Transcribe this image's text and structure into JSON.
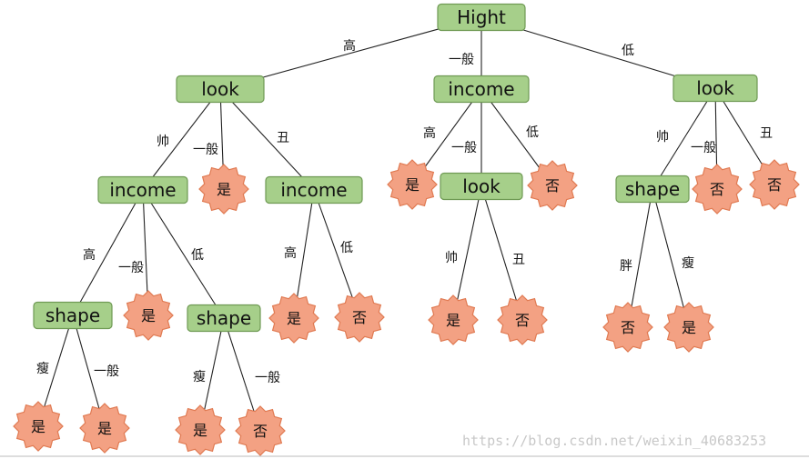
{
  "diagram": {
    "nodes": {
      "root": {
        "type": "attr",
        "label": "Hight"
      },
      "L_look": {
        "type": "attr",
        "label": "look"
      },
      "M_income": {
        "type": "attr",
        "label": "income"
      },
      "R_look": {
        "type": "attr",
        "label": "look"
      },
      "LL_income": {
        "type": "attr",
        "label": "income"
      },
      "LM_yes": {
        "type": "leaf",
        "label": "是"
      },
      "LR_income": {
        "type": "attr",
        "label": "income"
      },
      "MM_look": {
        "type": "attr",
        "label": "look"
      },
      "ML_yes": {
        "type": "leaf",
        "label": "是"
      },
      "MR_no": {
        "type": "leaf",
        "label": "否"
      },
      "RL_shape": {
        "type": "attr",
        "label": "shape"
      },
      "RM_no": {
        "type": "leaf",
        "label": "否"
      },
      "RR_no": {
        "type": "leaf",
        "label": "否"
      },
      "LLL_shape": {
        "type": "attr",
        "label": "shape"
      },
      "LLM_yes": {
        "type": "leaf",
        "label": "是"
      },
      "LLR_shape": {
        "type": "attr",
        "label": "shape"
      },
      "LRL_yes": {
        "type": "leaf",
        "label": "是"
      },
      "LRR_no": {
        "type": "leaf",
        "label": "否"
      },
      "MML_yes": {
        "type": "leaf",
        "label": "是"
      },
      "MMR_no": {
        "type": "leaf",
        "label": "否"
      },
      "RLL_no": {
        "type": "leaf",
        "label": "否"
      },
      "RLR_yes": {
        "type": "leaf",
        "label": "是"
      },
      "LLLL_yes": {
        "type": "leaf",
        "label": "是"
      },
      "LLLR_yes": {
        "type": "leaf",
        "label": "是"
      },
      "LLRL_yes": {
        "type": "leaf",
        "label": "是"
      },
      "LLRR_no": {
        "type": "leaf",
        "label": "否"
      }
    },
    "edges": [
      {
        "from": "root",
        "to": "L_look",
        "label": "高"
      },
      {
        "from": "root",
        "to": "M_income",
        "label": "一般"
      },
      {
        "from": "root",
        "to": "R_look",
        "label": "低"
      },
      {
        "from": "L_look",
        "to": "LL_income",
        "label": "帅"
      },
      {
        "from": "L_look",
        "to": "LM_yes",
        "label": "一般"
      },
      {
        "from": "L_look",
        "to": "LR_income",
        "label": "丑"
      },
      {
        "from": "M_income",
        "to": "ML_yes",
        "label": "高"
      },
      {
        "from": "M_income",
        "to": "MM_look",
        "label": "一般"
      },
      {
        "from": "M_income",
        "to": "MR_no",
        "label": "低"
      },
      {
        "from": "R_look",
        "to": "RL_shape",
        "label": "帅"
      },
      {
        "from": "R_look",
        "to": "RM_no",
        "label": "一般"
      },
      {
        "from": "R_look",
        "to": "RR_no",
        "label": "丑"
      },
      {
        "from": "LL_income",
        "to": "LLL_shape",
        "label": "高"
      },
      {
        "from": "LL_income",
        "to": "LLM_yes",
        "label": "一般"
      },
      {
        "from": "LL_income",
        "to": "LLR_shape",
        "label": "低"
      },
      {
        "from": "LR_income",
        "to": "LRL_yes",
        "label": "高"
      },
      {
        "from": "LR_income",
        "to": "LRR_no",
        "label": "低"
      },
      {
        "from": "MM_look",
        "to": "MML_yes",
        "label": "帅"
      },
      {
        "from": "MM_look",
        "to": "MMR_no",
        "label": "丑"
      },
      {
        "from": "RL_shape",
        "to": "RLL_no",
        "label": "胖"
      },
      {
        "from": "RL_shape",
        "to": "RLR_yes",
        "label": "瘦"
      },
      {
        "from": "LLL_shape",
        "to": "LLLL_yes",
        "label": "瘦"
      },
      {
        "from": "LLL_shape",
        "to": "LLLR_yes",
        "label": "一般"
      },
      {
        "from": "LLR_shape",
        "to": "LLRL_yes",
        "label": "瘦"
      },
      {
        "from": "LLR_shape",
        "to": "LLRR_no",
        "label": "一般"
      }
    ],
    "colors": {
      "attr_fill": "#a6cf8a",
      "leaf_fill": "#f3a183"
    }
  },
  "watermark": "https://blog.csdn.net/weixin_40683253"
}
